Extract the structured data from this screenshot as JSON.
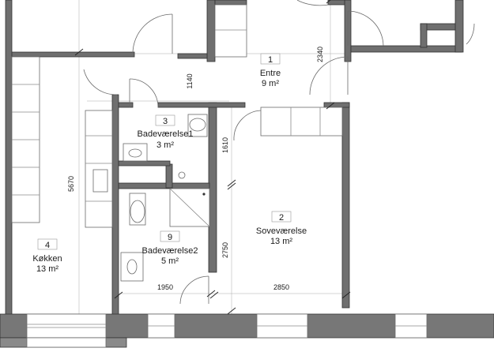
{
  "rooms": [
    {
      "number": "1",
      "name": "Entre",
      "area": "9 m²"
    },
    {
      "number": "2",
      "name": "Soveværelse",
      "area": "13 m²"
    },
    {
      "number": "3",
      "name": "Badeværelse1",
      "area": "3 m²"
    },
    {
      "number": "4",
      "name": "Køkken",
      "area": "13 m²"
    },
    {
      "number": "9",
      "name": "Badeværelse2",
      "area": "5 m²"
    }
  ],
  "dimensions": {
    "entry_height": "2340",
    "hall_width": "1140",
    "kitchen_height": "5670",
    "bath1_height": "1610",
    "bath2_height": "2750",
    "bath2_width": "1950",
    "bedroom_width": "2850"
  }
}
